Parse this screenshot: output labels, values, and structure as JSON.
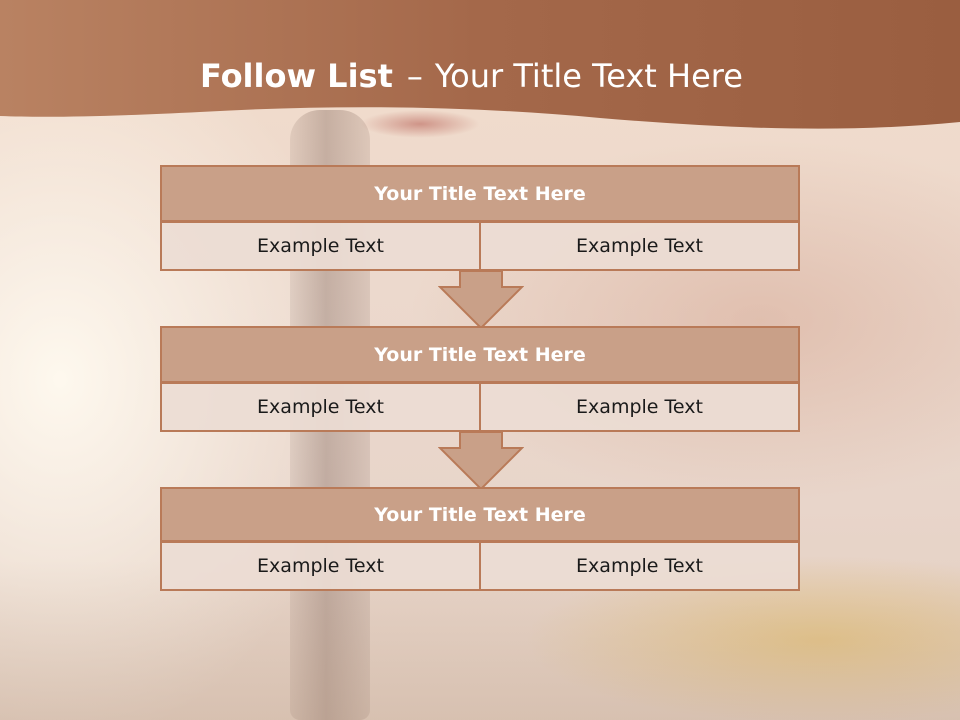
{
  "slide": {
    "title_bold": "Follow List",
    "title_separator": "–",
    "title_rest": "Your Title Text Here",
    "colors": {
      "header_band": "#a8694a",
      "block_title_fill": "#c9a088",
      "block_border": "#b97a58",
      "cell_fill": "#ecdcd4",
      "arrow_fill": "#c9a088"
    }
  },
  "blocks": [
    {
      "title": "Your Title Text Here",
      "left": "Example Text",
      "right": "Example Text"
    },
    {
      "title": "Your Title Text Here",
      "left": "Example Text",
      "right": "Example Text"
    },
    {
      "title": "Your Title Text Here",
      "left": "Example Text",
      "right": "Example Text"
    }
  ]
}
